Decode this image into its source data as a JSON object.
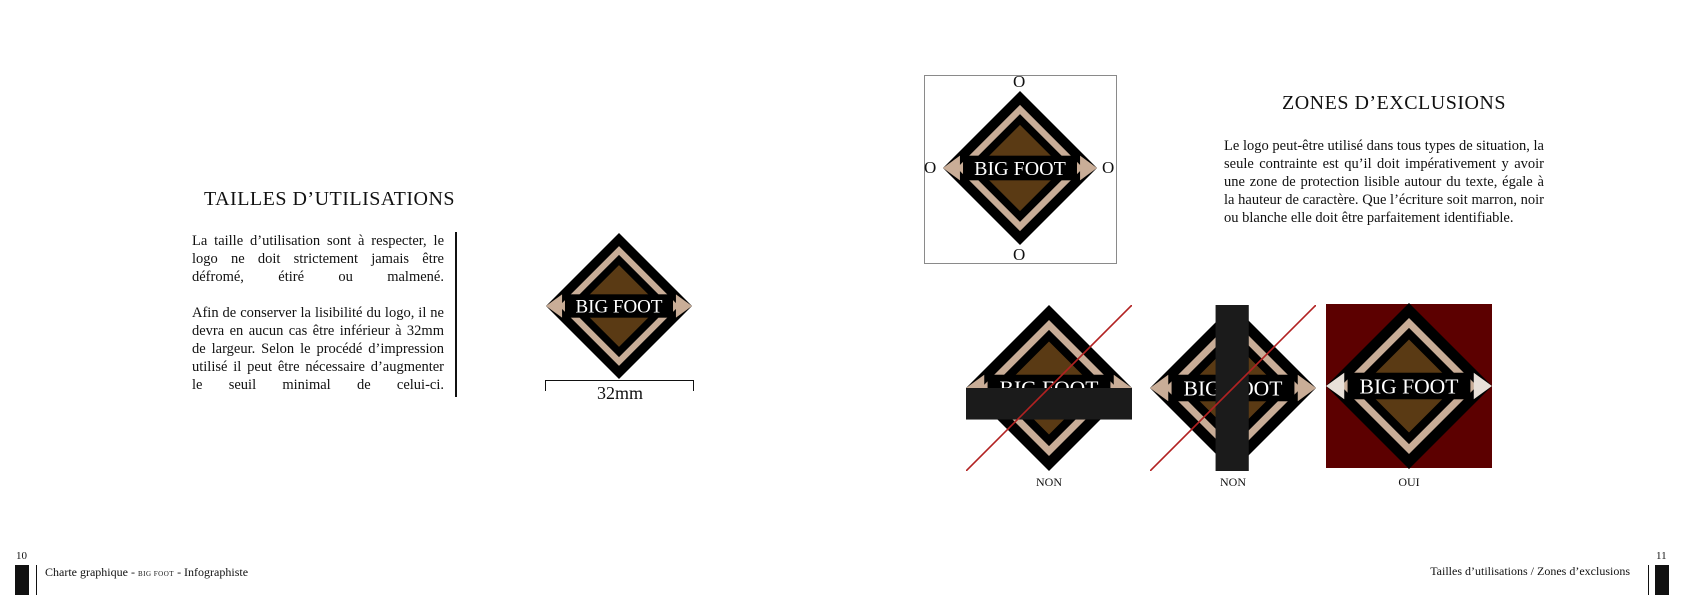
{
  "left_page": {
    "title": "TAILLES D’UTILISATIONS",
    "paragraph1": "La taille d’utilisation sont à respecter, le logo ne doit strictement jamais être défromé, étiré ou malmené.",
    "paragraph2": "Afin de conserver la lisibilité du logo, il ne devra en aucun cas être inférieur à 32mm de largeur. Selon le procédé d’impression utilisé il peut être nécessaire d’augmenter le seuil minimal de celui-ci.",
    "dimension_label": "32mm",
    "logo_text": "BIG FOOT"
  },
  "right_page": {
    "title": "ZONES D’EXCLUSIONS",
    "paragraph": "Le logo peut-être utilisé dans tous types de situation, la seule contrainte est qu’il doit impérativement y avoir une zone de protection lisible autour du texte, égale à la hauteur de caractère. Que l’écriture soit marron, noir ou blanche elle doit être parfaitement identifiable.",
    "exclusion_marker": "O",
    "logo_text": "BIG FOOT",
    "examples": [
      {
        "caption": "NON"
      },
      {
        "caption": "NON"
      },
      {
        "caption": "OUI"
      }
    ]
  },
  "footer": {
    "left_page_number": "10",
    "right_page_number": "11",
    "left_text_prefix": "Charte graphique -",
    "left_text_brand": "big foot",
    "left_text_suffix": "- Infographiste",
    "right_text": "Tailles d’utilisations / Zones d’exclusions"
  },
  "colors": {
    "brown_dark": "#5a3a14",
    "beige": "#c9ad97",
    "black": "#000000",
    "dark_red": "#5c0000",
    "strike_red": "#b22222",
    "bar_dark": "#1b1b1b"
  }
}
